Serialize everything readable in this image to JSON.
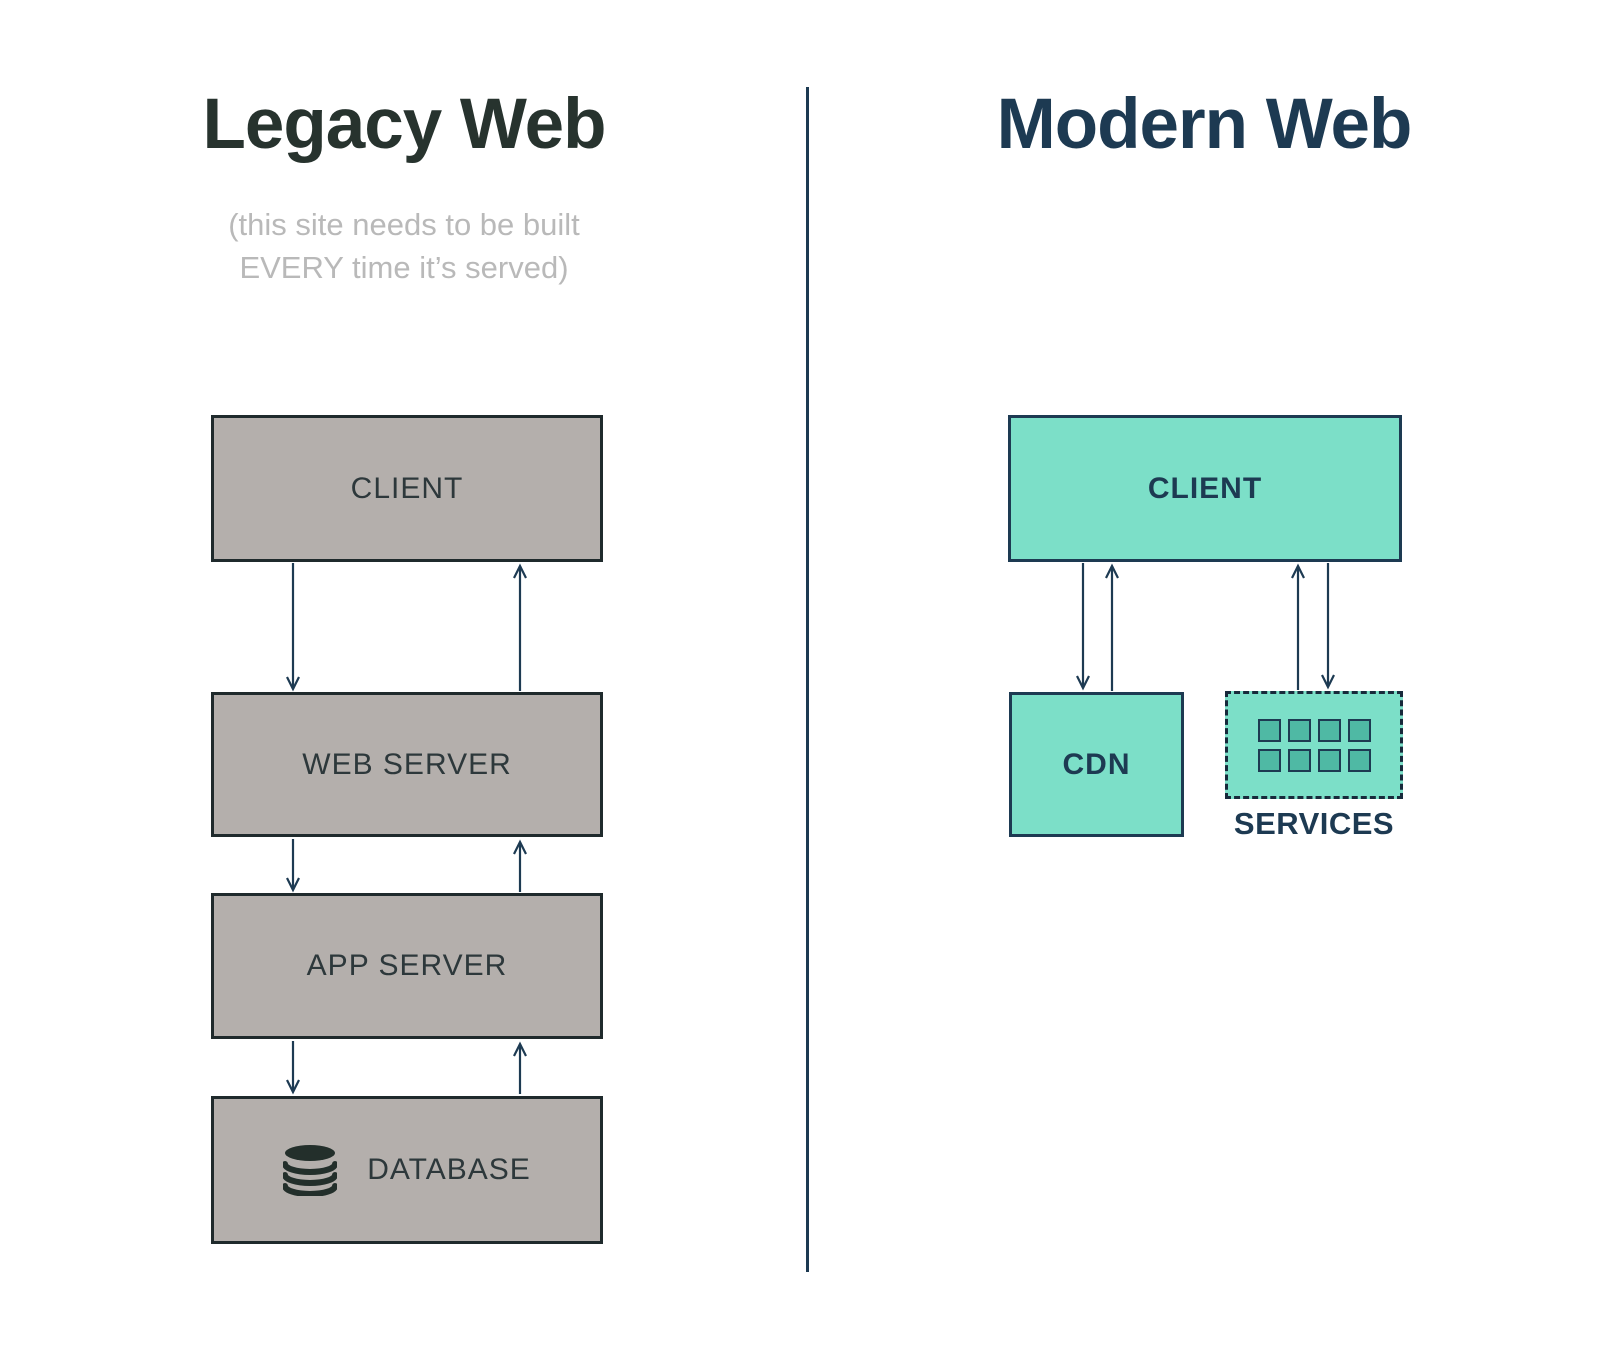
{
  "left_panel": {
    "title": "Legacy Web",
    "subtitle": "(this site needs to be built\nEVERY time it’s served)",
    "boxes": [
      {
        "label": "CLIENT"
      },
      {
        "label": "WEB SERVER"
      },
      {
        "label": "APP SERVER"
      },
      {
        "label": "DATABASE",
        "icon": "database-icon"
      }
    ]
  },
  "right_panel": {
    "title": "Modern Web",
    "client_box": {
      "label": "CLIENT"
    },
    "cdn_box": {
      "label": "CDN"
    },
    "services_box": {
      "label": "SERVICES",
      "icon": "services-tile-grid-icon",
      "tile_count": 8
    }
  },
  "colors": {
    "legacy_title": "#27332e",
    "modern_navy": "#1d3a52",
    "legacy_box_fill": "#b4afac",
    "legacy_box_border": "#1f2a2c",
    "legacy_box_text": "#2d383b",
    "teal_fill": "#7cdfc8",
    "teal_tile_fill": "#4fb9a4",
    "subtitle_gray": "#b9b9b9",
    "arrow": "#1d3a52",
    "database_icon": "#232f2b"
  }
}
